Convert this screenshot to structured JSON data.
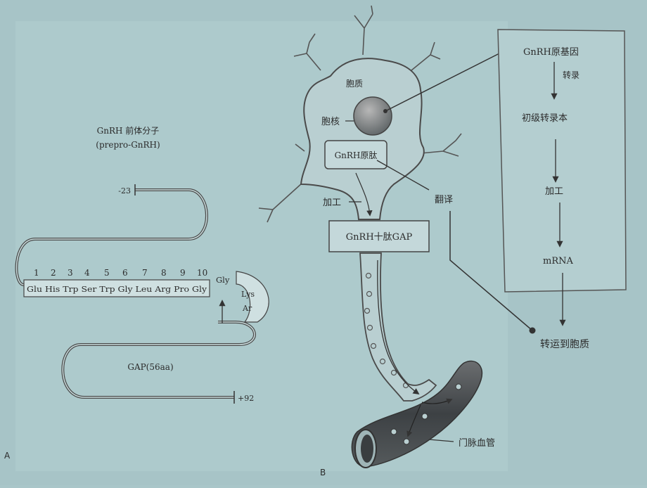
{
  "panel_a": {
    "panel_label": "A",
    "title": "GnRH 前体分子",
    "subtitle": "(prepro-GnRH)",
    "start_label": "-23",
    "end_label": "+92",
    "residue_numbers": [
      "1",
      "2",
      "3",
      "4",
      "5",
      "6",
      "7",
      "8",
      "9",
      "10"
    ],
    "residues": "Glu His Trp Ser Trp Gly Leu Arg Pro Gly",
    "cleavage_gly": "Gly",
    "cleavage_lys": "Lys",
    "cleavage_arg": "Ar",
    "gap_label": "GAP(56aa)"
  },
  "panel_b": {
    "panel_label": "B",
    "cytoplasm_label": "胞质",
    "nucleus_label": "胞核",
    "prohormone_label": "GnRH原肽",
    "processing_label": "加工",
    "translation_label": "翻译",
    "decapeptide_label": "GnRH十肽GAP",
    "portal_vessel_label": "门脉血管",
    "transport_label": "转运到胞质"
  },
  "flow_box": {
    "gene": "GnRH原基因",
    "transcription": "转录",
    "primary_transcript": "初级转录本",
    "processing": "加工",
    "mrna": "mRNA"
  }
}
